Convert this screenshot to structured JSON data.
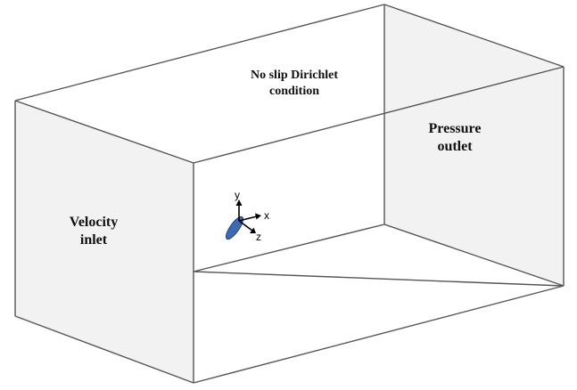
{
  "labels": {
    "top": [
      "No slip Dirichlet",
      "condition"
    ],
    "outlet": [
      "Pressure",
      "outlet"
    ],
    "inlet": [
      "Velocity",
      "inlet"
    ]
  },
  "axes": {
    "x": "x",
    "y": "y",
    "z": "z"
  },
  "colors": {
    "edge": "#555555",
    "face_shaded": "#f2f2f2",
    "body": "#3f6ab1",
    "body_outline": "#1f3f7a"
  }
}
